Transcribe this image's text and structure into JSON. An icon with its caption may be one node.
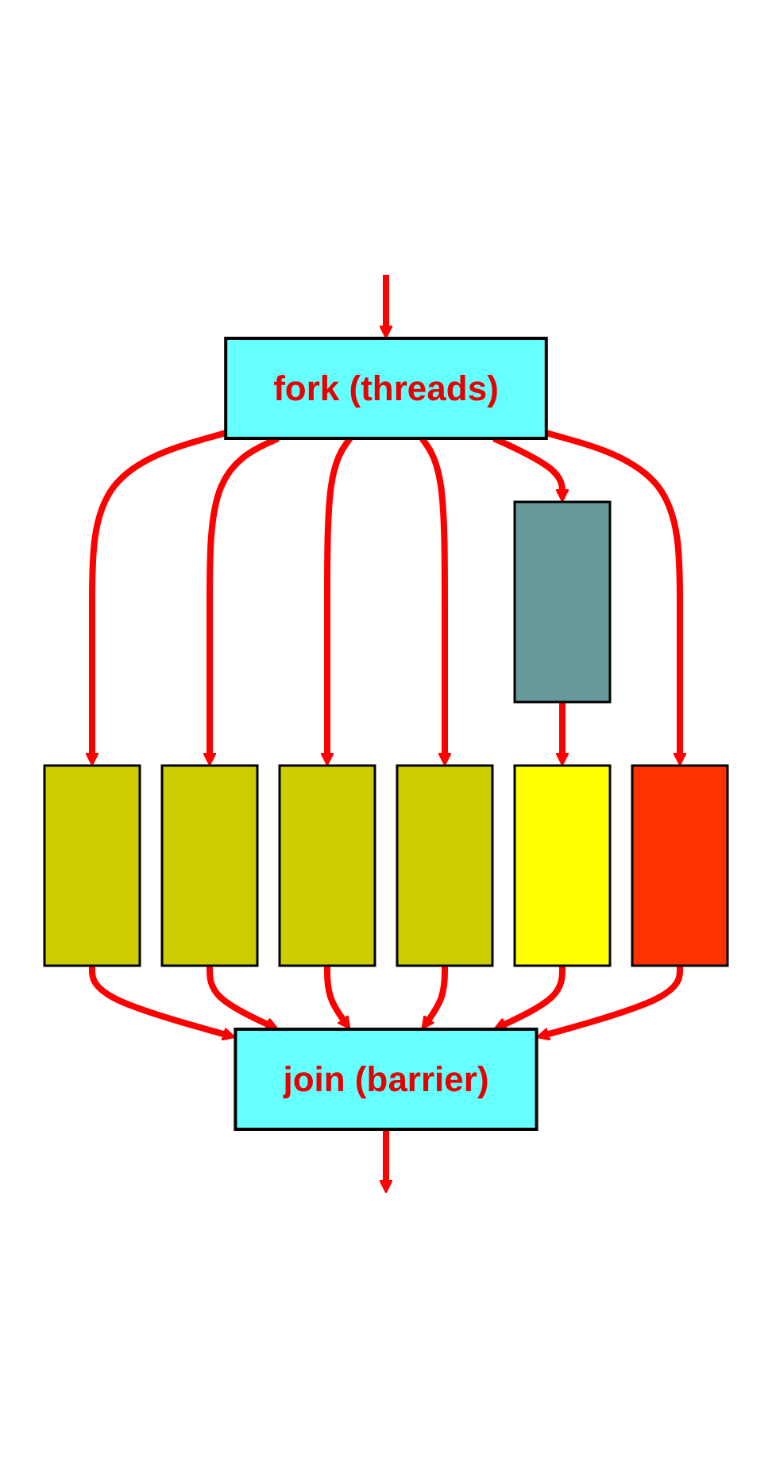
{
  "diagram": {
    "nodes": [
      {
        "text": [
          "fork (threads)"
        ]
      },
      {
        "text": [],
        "shape": "box"
      },
      {
        "text": [],
        "shape": "box"
      },
      {
        "text": [],
        "shape": "box"
      },
      {
        "text": [],
        "shape": "box"
      },
      {
        "text": [],
        "shape": "box"
      },
      {
        "text": [],
        "shape": "box"
      },
      {
        "text": [],
        "shape": "box"
      },
      {
        "text": [
          "join (barrier)"
        ]
      }
    ],
    "edges": [
      {
        "from": null,
        "to": 0,
        "arrow": "to"
      },
      {
        "from": 0,
        "to": 1,
        "arrow": "to"
      },
      {
        "from": 0,
        "to": 2,
        "arrow": "to"
      },
      {
        "from": 0,
        "to": 3,
        "arrow": "to"
      },
      {
        "from": 0,
        "to": 4,
        "arrow": "to"
      },
      {
        "from": 0,
        "to": 5,
        "arrow": "to"
      },
      {
        "from": 5,
        "to": 6,
        "arrow": "to"
      },
      {
        "from": 0,
        "to": 7,
        "arrow": "to"
      },
      {
        "from": 1,
        "to": 8,
        "arrow": "to"
      },
      {
        "from": 2,
        "to": 8,
        "arrow": "to"
      },
      {
        "from": 3,
        "to": 8,
        "arrow": "to"
      },
      {
        "from": 4,
        "to": 8,
        "arrow": "to"
      },
      {
        "from": 6,
        "to": 8,
        "arrow": "to"
      },
      {
        "from": 7,
        "to": 8,
        "arrow": "to"
      },
      {
        "from": 8,
        "to": null,
        "arrow": "to"
      }
    ]
  }
}
